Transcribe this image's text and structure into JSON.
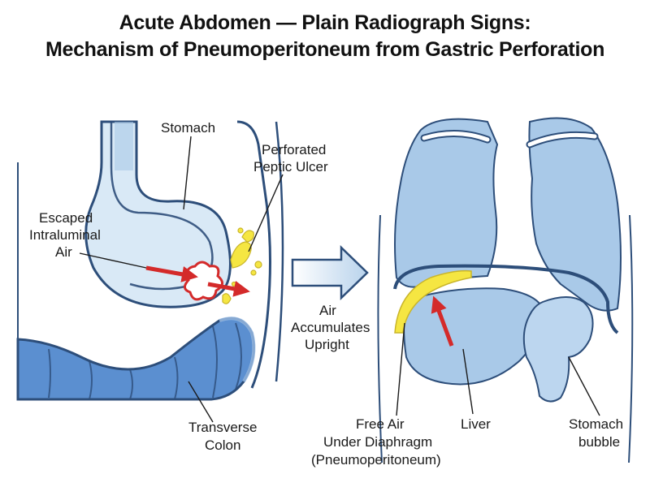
{
  "title_line1": "Acute Abdomen — Plain Radiograph Signs:",
  "title_line2": "Mechanism of Pneumoperitoneum from Gastric Perforation",
  "labels": {
    "stomach": "Stomach",
    "perforated_1": "Perforated",
    "perforated_2": "Peptic Ulcer",
    "escaped_1": "Escaped",
    "escaped_2": "Intraluminal",
    "escaped_3": "Air",
    "transverse_1": "Transverse",
    "transverse_2": "Colon",
    "air_1": "Air",
    "air_2": "Accumulates",
    "air_3": "Upright",
    "free_air_1": "Free Air",
    "free_air_2": "Under Diaphragm",
    "free_air_3": "(Pneumoperitoneum)",
    "liver": "Liver",
    "bubble_1": "Stomach",
    "bubble_2": "bubble"
  },
  "colors": {
    "organ_fill": "#a9c9e8",
    "organ_light": "#d9e9f6",
    "outline": "#2d4e7a",
    "colon": "#5b8fd0",
    "free_air": "#f5e642",
    "arrow": "#d42a2a"
  }
}
